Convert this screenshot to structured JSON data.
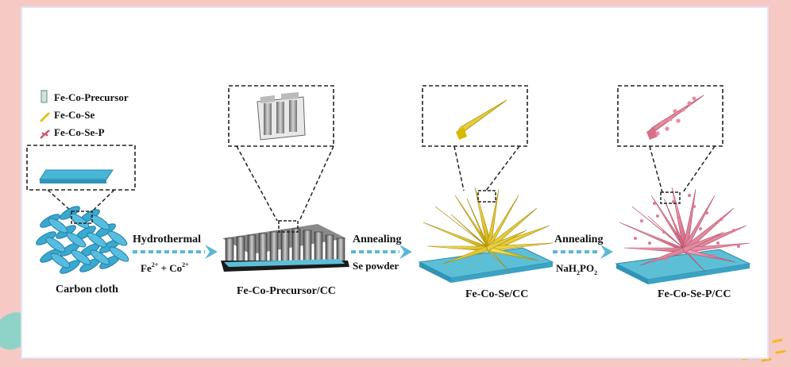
{
  "legend": {
    "items": [
      {
        "label": "Fe-Co-Precursor"
      },
      {
        "label": "Fe-Co-Se"
      },
      {
        "label": "Fe-Co-Se-P"
      }
    ]
  },
  "stages": [
    {
      "label": "Carbon cloth"
    },
    {
      "label": "Fe-Co-Precursor/CC"
    },
    {
      "label": "Fe-Co-Se/CC"
    },
    {
      "label": "Fe-Co-Se-P/CC"
    }
  ],
  "steps": [
    {
      "top": "Hydrothermal",
      "bottom_parts": {
        "a": "Fe",
        "a_sup": "2+",
        "plus": " + ",
        "b": "Co",
        "b_sup": "2+"
      }
    },
    {
      "top": "Annealing",
      "bottom": "Se powder"
    },
    {
      "top": "Annealing",
      "bottom_parts": {
        "a": "NaH",
        "s1": "2",
        "b": "PO",
        "s2": "2"
      }
    }
  ],
  "colors": {
    "page_bg": "#f6c9c4",
    "cloth": "#3aa8cf",
    "substrate": "#5cbfd6",
    "precursor": "#7a7a7a",
    "fe_co_se": "#f2d21b",
    "fe_co_se_p": "#e78aa0",
    "arrow": "#59b7d6"
  }
}
